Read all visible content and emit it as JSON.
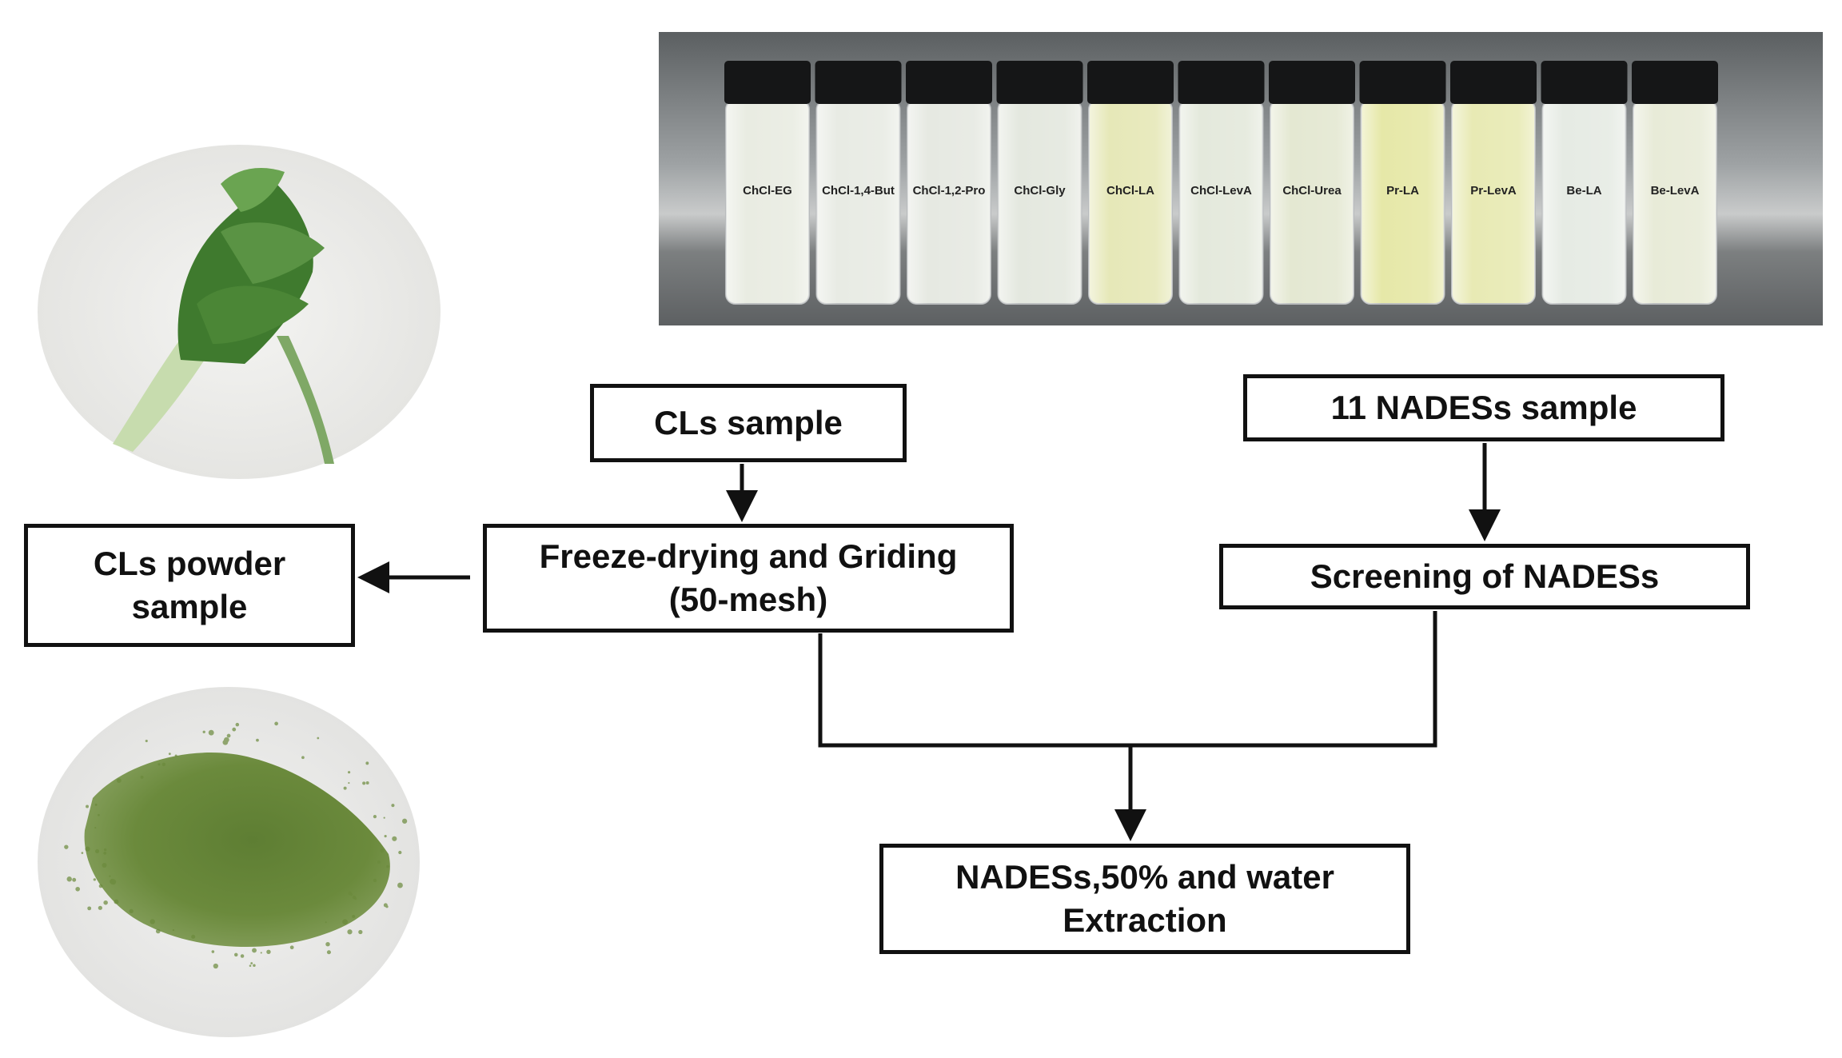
{
  "photo": {
    "vials": [
      {
        "label": "ChCl-EG",
        "tint": "#e9ece2"
      },
      {
        "label": "ChCl-1,4-But",
        "tint": "#e8ebe4"
      },
      {
        "label": "ChCl-1,2-Pro",
        "tint": "#e6e9e2"
      },
      {
        "label": "ChCl-Gly",
        "tint": "#e4e8df"
      },
      {
        "label": "ChCl-LA",
        "tint": "#e6e8b8"
      },
      {
        "label": "ChCl-LevA",
        "tint": "#e4e9dc"
      },
      {
        "label": "ChCl-Urea",
        "tint": "#e4e8d2"
      },
      {
        "label": "Pr-LA",
        "tint": "#e6e8a8"
      },
      {
        "label": "Pr-LevA",
        "tint": "#e8eab4"
      },
      {
        "label": "Be-LA",
        "tint": "#e6ebe4"
      },
      {
        "label": "Be-LevA",
        "tint": "#e8ebd8"
      }
    ]
  },
  "boxes": {
    "cls_sample": "CLs sample",
    "freeze_line1": "Freeze-drying and Griding",
    "freeze_line2": "(50-mesh)",
    "powder_line1": "CLs powder",
    "powder_line2": "sample",
    "nadess_sample": "11 NADESs sample",
    "screening": "Screening of NADESs",
    "extraction_line1": "NADESs,50% and water",
    "extraction_line2": "Extraction"
  },
  "colors": {
    "leaf": "#4f8a3a",
    "powder": "#6b8a3c"
  }
}
